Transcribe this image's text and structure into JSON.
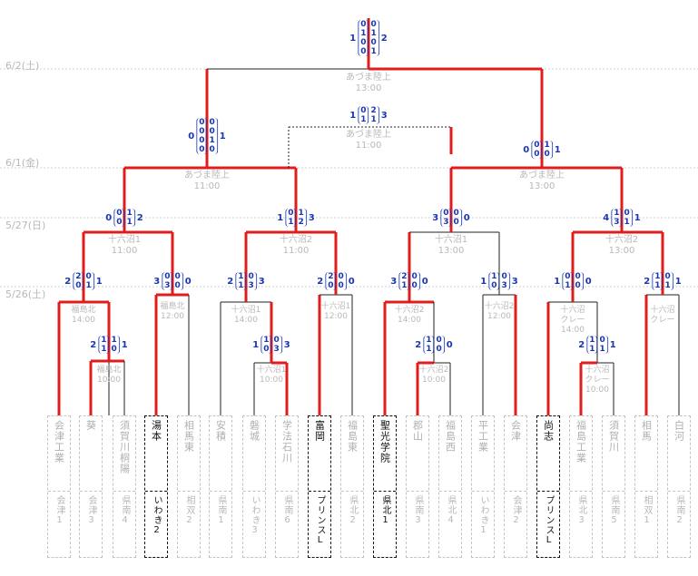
{
  "dates": [
    "6/2(土)",
    "6/1(金)",
    "5/27(日)",
    "5/26(土)"
  ],
  "teams": [
    {
      "name": "会津工業",
      "region": "会津1",
      "hi": false
    },
    {
      "name": "葵",
      "region": "会津3",
      "hi": false
    },
    {
      "name": "須賀川桐陽",
      "region": "県南4",
      "hi": false
    },
    {
      "name": "湯本",
      "region": "いわき2",
      "hi": true
    },
    {
      "name": "相馬東",
      "region": "相双2",
      "hi": false
    },
    {
      "name": "安積",
      "region": "県南1",
      "hi": false
    },
    {
      "name": "磐城",
      "region": "いわき3",
      "hi": false
    },
    {
      "name": "学法石川",
      "region": "県南6",
      "hi": false
    },
    {
      "name": "富岡",
      "region": "プリンスL",
      "hi": true
    },
    {
      "name": "福島東",
      "region": "県北2",
      "hi": false
    },
    {
      "name": "聖光学院",
      "region": "県北1",
      "hi": true
    },
    {
      "name": "郡山",
      "region": "県南3",
      "hi": false
    },
    {
      "name": "福島西",
      "region": "県北4",
      "hi": false
    },
    {
      "name": "平工業",
      "region": "いわき1",
      "hi": false
    },
    {
      "name": "会津",
      "region": "会津2",
      "hi": false
    },
    {
      "name": "尚志",
      "region": "プリンスL",
      "hi": true
    },
    {
      "name": "福島工業",
      "region": "県北3",
      "hi": false
    },
    {
      "name": "須賀川",
      "region": "県南5",
      "hi": false
    },
    {
      "name": "相馬",
      "region": "相双1",
      "hi": false
    },
    {
      "name": "白河",
      "region": "県南2",
      "hi": false
    }
  ],
  "venues": [
    {
      "text": "あづま陸上\n13:00"
    },
    {
      "text": "あづま陸上\n11:00"
    },
    {
      "text": "あづま陸上\n11:00"
    },
    {
      "text": "あづま陸上\n13:00"
    },
    {
      "text": "十六沼1\n11:00"
    },
    {
      "text": "十六沼2\n11:00"
    },
    {
      "text": "十六沼1\n13:00"
    },
    {
      "text": "十六沼2\n13:00"
    },
    {
      "text": "福島北\n14:00"
    },
    {
      "text": "福島北\n12:00"
    },
    {
      "text": "十六沼1\n14:00"
    },
    {
      "text": "十六沼1\n12:00"
    },
    {
      "text": "十六沼2\n14:00"
    },
    {
      "text": "十六沼2\n12:00"
    },
    {
      "text": "十六沼\nクレー\n14:00"
    },
    {
      "text": "十六沼\nクレー"
    },
    {
      "text": "福島北\n10:00"
    },
    {
      "text": "十六沼1\n10:00"
    },
    {
      "text": "十六沼2\n10:00"
    },
    {
      "text": "十六沼\nクレー\n10:00"
    }
  ],
  "scores": [
    {
      "l": "1",
      "r": "2",
      "lc": [
        "0",
        "1",
        "0",
        "0"
      ],
      "rc": [
        "0",
        "1",
        "0",
        "1"
      ]
    },
    {
      "l": "1",
      "r": "3",
      "lc": [
        "0",
        "1"
      ],
      "rc": [
        "2",
        "1"
      ]
    },
    {
      "l": "0",
      "r": "1",
      "lc": [
        "0",
        "0",
        "0",
        "0"
      ],
      "rc": [
        "0",
        "0",
        "1",
        "0"
      ]
    },
    {
      "l": "0",
      "r": "1",
      "lc": [
        "0",
        "0"
      ],
      "rc": [
        "1",
        "0"
      ]
    },
    {
      "l": "0",
      "r": "2",
      "lc": [
        "0",
        "0"
      ],
      "rc": [
        "1",
        "1"
      ]
    },
    {
      "l": "1",
      "r": "3",
      "lc": [
        "0",
        "1"
      ],
      "rc": [
        "1",
        "2"
      ]
    },
    {
      "l": "3",
      "r": "0",
      "lc": [
        "0",
        "3"
      ],
      "rc": [
        "0",
        "0"
      ]
    },
    {
      "l": "4",
      "r": "1",
      "lc": [
        "1",
        "3"
      ],
      "rc": [
        "0",
        "1"
      ]
    },
    {
      "l": "2",
      "r": "1",
      "lc": [
        "2",
        "0"
      ],
      "rc": [
        "0",
        "1"
      ]
    },
    {
      "l": "3",
      "r": "0",
      "lc": [
        "0",
        "3"
      ],
      "rc": [
        "0",
        "0"
      ]
    },
    {
      "l": "2",
      "r": "3",
      "lc": [
        "1",
        "1"
      ],
      "rc": [
        "0",
        "3"
      ]
    },
    {
      "l": "2",
      "r": "0",
      "lc": [
        "2",
        "0"
      ],
      "rc": [
        "0",
        "0"
      ]
    },
    {
      "l": "3",
      "r": "0",
      "lc": [
        "2",
        "1"
      ],
      "rc": [
        "0",
        "0"
      ]
    },
    {
      "l": "1",
      "r": "3",
      "lc": [
        "1",
        "0"
      ],
      "rc": [
        "0",
        "3"
      ]
    },
    {
      "l": "1",
      "r": "0",
      "lc": [
        "0",
        "1"
      ],
      "rc": [
        "0",
        "0"
      ]
    },
    {
      "l": "2",
      "r": "1",
      "lc": [
        "1",
        "1"
      ],
      "rc": [
        "0",
        "1"
      ]
    },
    {
      "l": "2",
      "r": "1",
      "lc": [
        "1",
        "1"
      ],
      "rc": [
        "1",
        "0"
      ]
    },
    {
      "l": "1",
      "r": "3",
      "lc": [
        "1",
        "0"
      ],
      "rc": [
        "0",
        "3"
      ]
    },
    {
      "l": "2",
      "r": "0",
      "lc": [
        "1",
        "1"
      ],
      "rc": [
        "0",
        "0"
      ]
    },
    {
      "l": "2",
      "r": "1",
      "lc": [
        "1",
        "1"
      ],
      "rc": [
        "0",
        "1"
      ]
    }
  ]
}
